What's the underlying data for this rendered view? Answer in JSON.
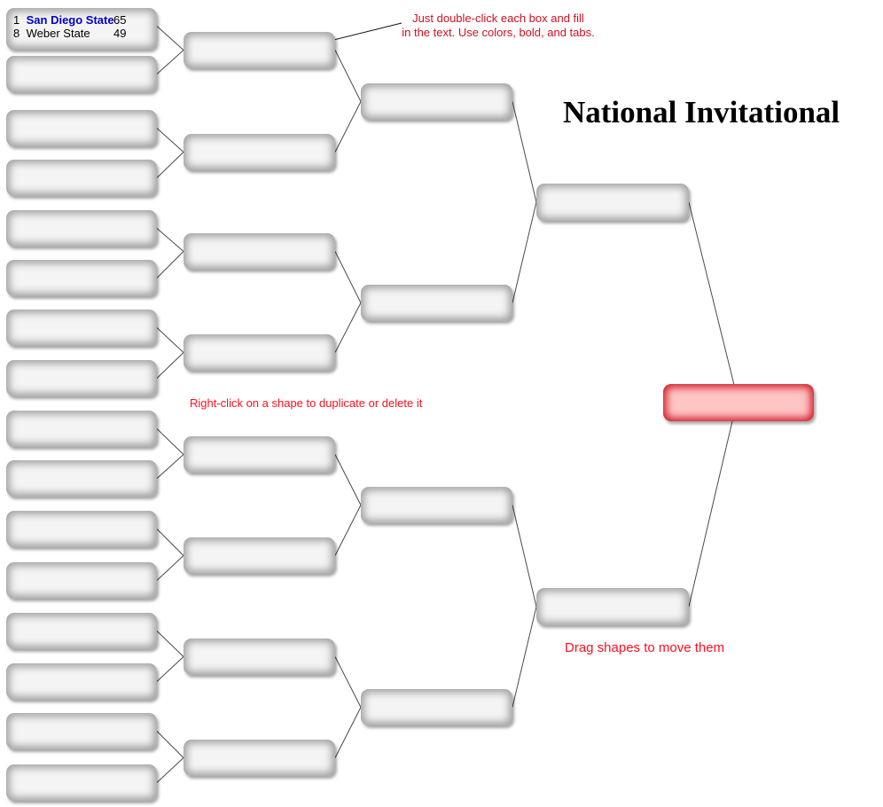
{
  "title": "National Invitational",
  "instructions": {
    "double_click_note_line1": "Just double-click each box and fill",
    "double_click_note_line2": "in the text. Use colors, bold, and tabs.",
    "right_click_note": "Right-click on a shape to duplicate or delete it",
    "drag_note": "Drag shapes to move them"
  },
  "bracket": {
    "round1_game1": {
      "team1_seed": "1",
      "team1_name": "San Diego State",
      "team1_score": "65",
      "team2_seed": "8",
      "team2_name": "Weber State",
      "team2_score": "49"
    },
    "structure": {
      "round1_boxes": 16,
      "round2_boxes": 8,
      "round3_boxes": 4,
      "semifinal_boxes": 2,
      "champion_boxes": 1
    }
  },
  "colors": {
    "instruction_red": "#d01020",
    "bright_red": "#ff0f1e",
    "team_name_blue": "#0000cc",
    "champion_box_edge": "#d2202c",
    "champion_box_fill": "#ffc4c4",
    "box_edge_gray": "#a2a2a2",
    "box_fill_gray": "#f4f4f4"
  }
}
